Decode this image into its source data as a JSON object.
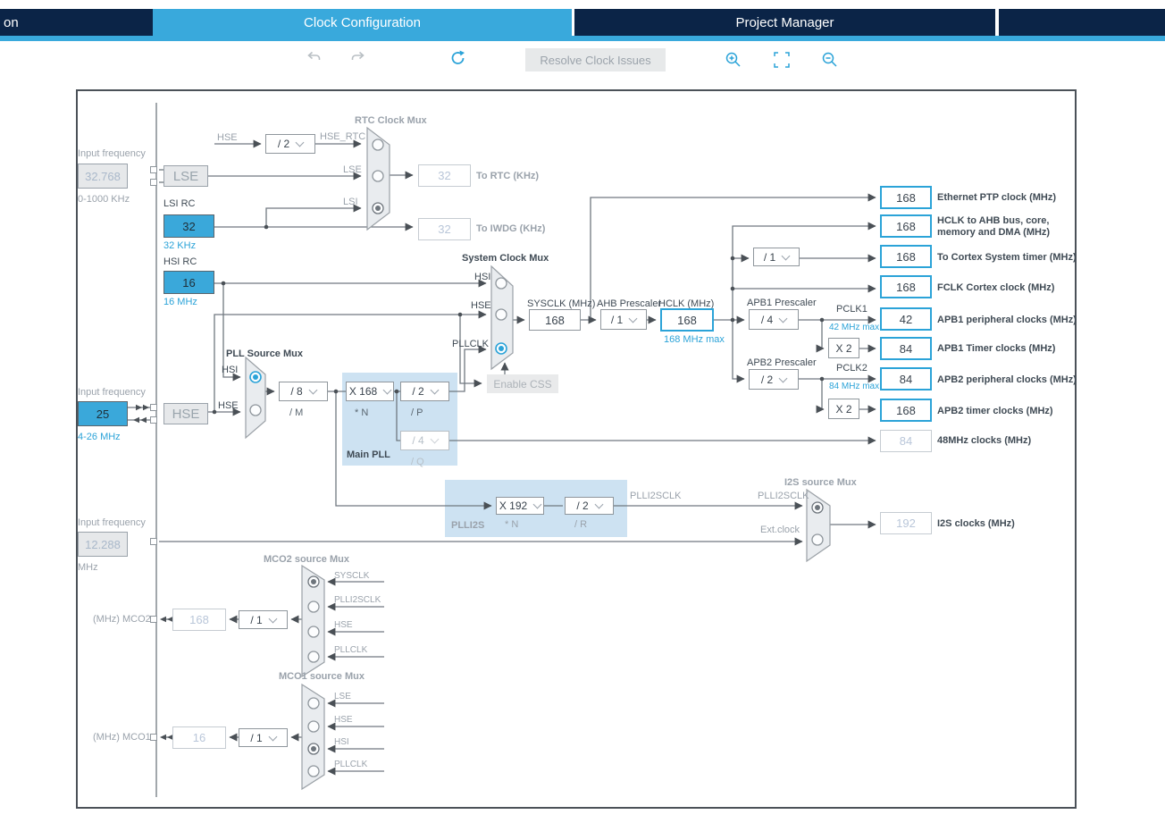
{
  "tabs": {
    "left_partial": "on",
    "clock": "Clock Configuration",
    "project": "Project Manager"
  },
  "toolbar": {
    "resolve": "Resolve Clock Issues"
  },
  "colors": {
    "tab_active": "#39A9DC",
    "tab_inactive": "#0B2447",
    "accent_blue": "#2BA3D8",
    "source_box_blue": "#3AA8DA",
    "pll_panel_blue": "#CDE2F2"
  },
  "left": {
    "lse_input": {
      "label": "Input frequency",
      "value": "32.768",
      "range": "0-1000 KHz"
    },
    "lse": "LSE",
    "lsi": {
      "title": "LSI RC",
      "value": "32",
      "freq": "32 KHz"
    },
    "hsi": {
      "title": "HSI RC",
      "value": "16",
      "freq": "16 MHz"
    },
    "hse_input": {
      "label": "Input frequency",
      "value": "25",
      "range": "4-26 MHz"
    },
    "hse": "HSE",
    "i2s_input": {
      "label": "Input frequency",
      "value": "12.288",
      "range": "MHz"
    }
  },
  "rtc": {
    "title": "RTC Clock Mux",
    "hse": "HSE",
    "div": "/ 2",
    "hse_rtc": "HSE_RTC",
    "lse": "LSE",
    "lsi": "LSI",
    "to_rtc_value": "32",
    "to_rtc_label": "To RTC (KHz)",
    "to_iwdg_value": "32",
    "to_iwdg_label": "To IWDG (KHz)"
  },
  "sys": {
    "title": "System Clock Mux",
    "hsi": "HSI",
    "hse": "HSE",
    "pllclk": "PLLCLK",
    "css": "Enable CSS",
    "sysclk_label": "SYSCLK (MHz)",
    "sysclk": "168",
    "ahb_label": "AHB Prescaler",
    "ahb": "/ 1",
    "hclk_label": "HCLK (MHz)",
    "hclk": "168",
    "hclk_max": "168 MHz max"
  },
  "pll": {
    "title": "PLL Source Mux",
    "hsi": "HSI",
    "hse": "HSE",
    "m": "/ 8",
    "m_label": "/ M",
    "block": "Main PLL",
    "n": "X 168",
    "n_label": "* N",
    "p": "/ 2",
    "p_label": "/ P",
    "q": "/ 4",
    "q_label": "/ Q"
  },
  "plli2s": {
    "block": "PLLI2S",
    "n": "X 192",
    "n_label": "* N",
    "r": "/ 2",
    "r_label": "/ R",
    "out": "PLLI2SCLK"
  },
  "i2s": {
    "title": "I2S source Mux",
    "in1": "PLLI2SCLK",
    "in2": "Ext.clock",
    "value": "192",
    "label": "I2S clocks (MHz)"
  },
  "outs": {
    "eth": {
      "value": "168",
      "label": "Ethernet PTP clock (MHz)"
    },
    "ahbbus": {
      "value": "168",
      "label1": "HCLK to AHB bus, core,",
      "label2": "memory and DMA (MHz)"
    },
    "cortex": {
      "value": "168",
      "label": "To Cortex System timer (MHz)",
      "div": "/ 1"
    },
    "fclk": {
      "value": "168",
      "label": "FCLK Cortex clock (MHz)"
    },
    "clk48": {
      "value": "84",
      "label": "48MHz clocks (MHz)"
    }
  },
  "apb1": {
    "presc_label": "APB1 Prescaler",
    "presc": "/ 4",
    "pclk": "PCLK1",
    "max": "42 MHz max",
    "periph_value": "42",
    "periph_label": "APB1 peripheral clocks (MHz)",
    "mult": "X 2",
    "timer_value": "84",
    "timer_label": "APB1 Timer clocks (MHz)"
  },
  "apb2": {
    "presc_label": "APB2 Prescaler",
    "presc": "/ 2",
    "pclk": "PCLK2",
    "max": "84 MHz max",
    "periph_value": "84",
    "periph_label": "APB2 peripheral clocks (MHz)",
    "mult": "X 2",
    "timer_value": "168",
    "timer_label": "APB2 timer clocks (MHz)"
  },
  "mco2": {
    "title": "MCO2 source Mux",
    "in1": "SYSCLK",
    "in2": "PLLI2SCLK",
    "in3": "HSE",
    "in4": "PLLCLK",
    "div": "/ 1",
    "value": "168",
    "label": "(MHz) MCO2"
  },
  "mco1": {
    "title": "MCO1 source Mux",
    "in1": "LSE",
    "in2": "HSE",
    "in3": "HSI",
    "in4": "PLLCLK",
    "div": "/ 1",
    "value": "16",
    "label": "(MHz) MCO1"
  }
}
